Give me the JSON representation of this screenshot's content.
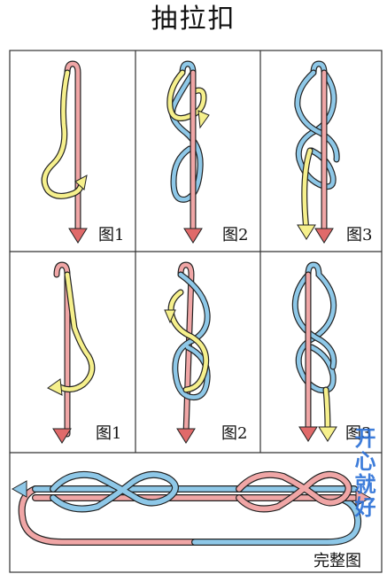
{
  "title": "抽拉扣",
  "labels": {
    "r1c1": "图1",
    "r1c2": "图2",
    "r1c3": "图3",
    "r2c1": "图1",
    "r2c2": "图2",
    "r2c3": "图3",
    "complete": "完整图"
  },
  "watermark": "开心就好",
  "colors": {
    "pink": "#f0a6a6",
    "yellow": "#f6f08c",
    "blue": "#8ec8e8",
    "outline": "#222222",
    "arrow": "#e05a5a",
    "border": "#333333"
  }
}
